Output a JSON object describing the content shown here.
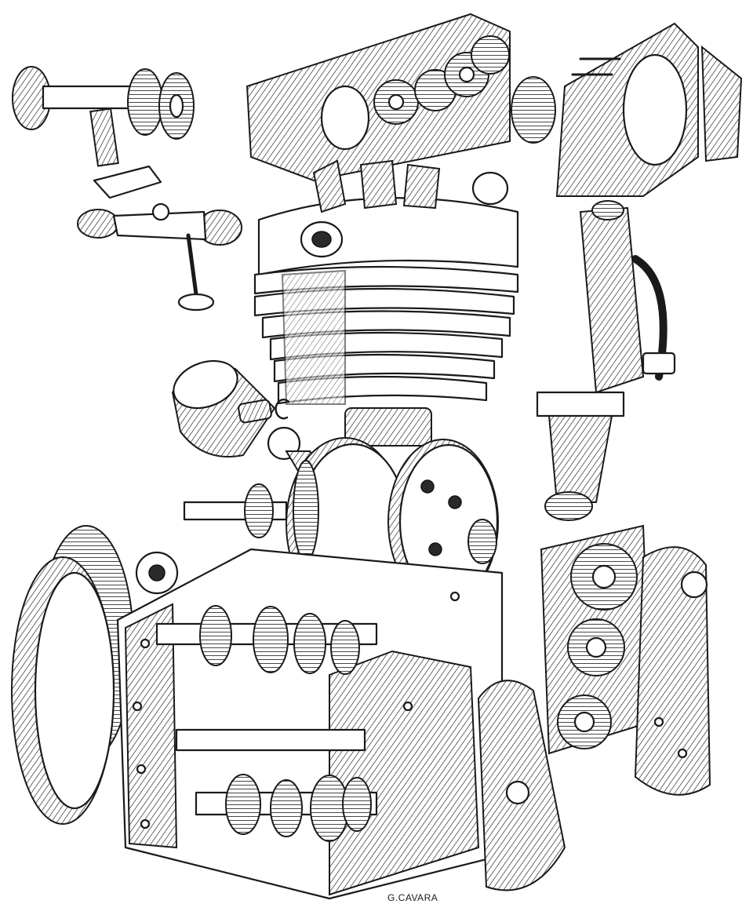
{
  "signature": "G.CAVARA",
  "ink_color": "#1a1a1a",
  "paper_color": "#ffffff",
  "components": [
    "cam-drive-shaft",
    "rocker-arm-assembly",
    "valve",
    "camshaft-housing",
    "cylinder-head",
    "cylinder-barrel",
    "bevel-gear-cover",
    "vertical-drive-shaft",
    "piston",
    "gudgeon-pin",
    "circlip",
    "connecting-rod",
    "flywheels",
    "crankshaft",
    "clutch-assembly",
    "crankcase",
    "gearbox-shafts",
    "timing-gears",
    "timing-cover",
    "outer-cover"
  ]
}
